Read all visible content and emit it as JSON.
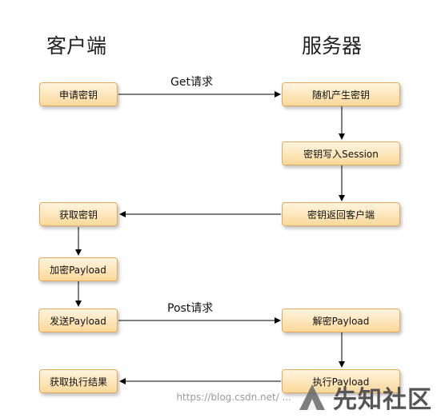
{
  "titles": {
    "client": "客户端",
    "server": "服务器"
  },
  "client_boxes": {
    "apply_key": "申请密钥",
    "get_key": "获取密钥",
    "encrypt": "加密Payload",
    "send": "发送Payload",
    "get_result": "获取执行结果"
  },
  "server_boxes": {
    "random_key": "随机产生密钥",
    "write_session": "密钥写入Session",
    "return_key": "密钥返回客户端",
    "decrypt": "解密Payload",
    "execute": "执行Payload"
  },
  "arrow_labels": {
    "get": "Get请求",
    "post": "Post请求"
  },
  "watermark": {
    "url": "https://blog.csdn.net/ ...",
    "logo": "先知社区"
  },
  "colors": {
    "box_border": "#e3a95a",
    "box_fill_top": "#fff4df",
    "box_fill_bottom": "#fbd99a"
  }
}
